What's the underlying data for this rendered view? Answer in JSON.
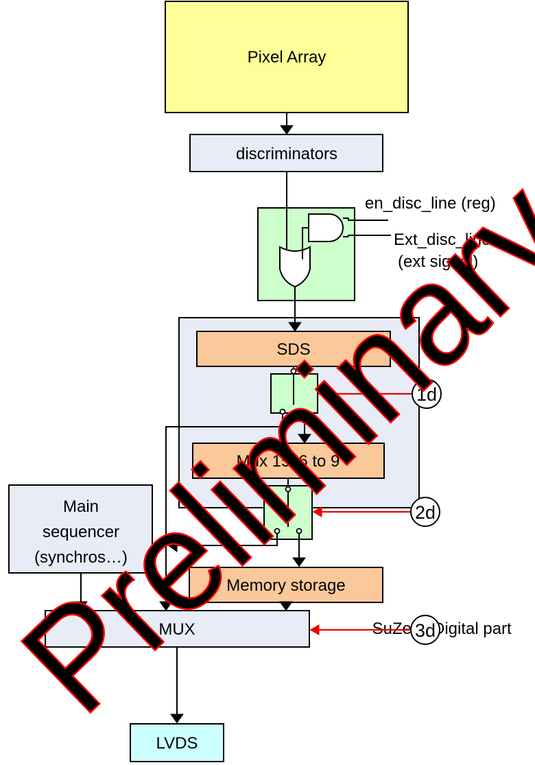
{
  "blocks": {
    "pixel_array": "Pixel Array",
    "discriminators": "discriminators",
    "sds": "SDS",
    "mux_15x6": "Mux 15x6 to 9",
    "main_sequencer": [
      "Main",
      "sequencer",
      "(synchros…)"
    ],
    "memory_storage": "Memory storage",
    "mux": "MUX",
    "lvds": "LVDS"
  },
  "signals": {
    "en_disc_line": "en_disc_line (reg)",
    "ext_disc_line": "Ext_disc_line",
    "ext_signal": "(ext signal)"
  },
  "group_labels": {
    "suze": "SuZe",
    "digital_part": "Digital part"
  },
  "controls": [
    "1d",
    "2d",
    "3d"
  ],
  "watermark": "Preliminary",
  "colors": {
    "pixel_array_fill": "#ffff99",
    "block_fill": "#e8ecf7",
    "orange_fill": "#fbc89a",
    "green_fill": "#ccffcc",
    "lvds_fill": "#ccffff",
    "suze_fill": "#e8ecf7",
    "arrow_red": "#ee0000",
    "watermark": "#ff0000"
  }
}
